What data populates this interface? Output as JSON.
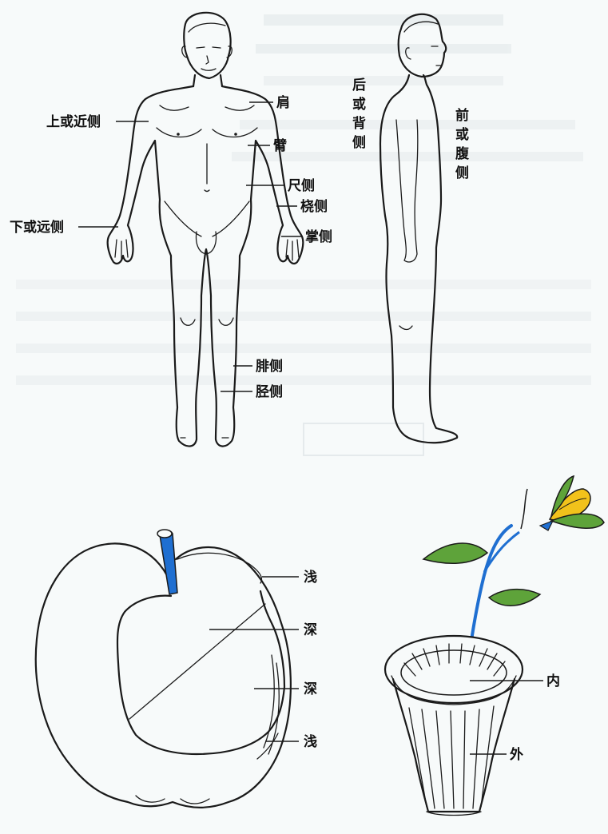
{
  "colors": {
    "background": "#f7fafa",
    "ink": "#1a1a1a",
    "accent_blue": "#1f6fd1",
    "leaf_green": "#5ea33a",
    "petal_yellow": "#f2c21b"
  },
  "front_figure_labels": {
    "shoulder": "肩",
    "upper_proximal": "上或近侧",
    "arm": "臂",
    "ulnar": "尺侧",
    "radial": "桡侧",
    "lower_distal": "下或远侧",
    "palmar": "掌侧",
    "fibular": "腓侧",
    "tibial": "胫侧"
  },
  "side_figure_labels": {
    "posterior_dorsal": [
      "后",
      "或",
      "背",
      "侧"
    ],
    "anterior_ventral": [
      "前",
      "或",
      "腹",
      "侧"
    ]
  },
  "apple_labels": {
    "superficial_top": "浅",
    "deep_top": "深",
    "deep_bottom": "深",
    "superficial_bottom": "浅"
  },
  "vase_labels": {
    "internal": "内",
    "external": "外"
  }
}
